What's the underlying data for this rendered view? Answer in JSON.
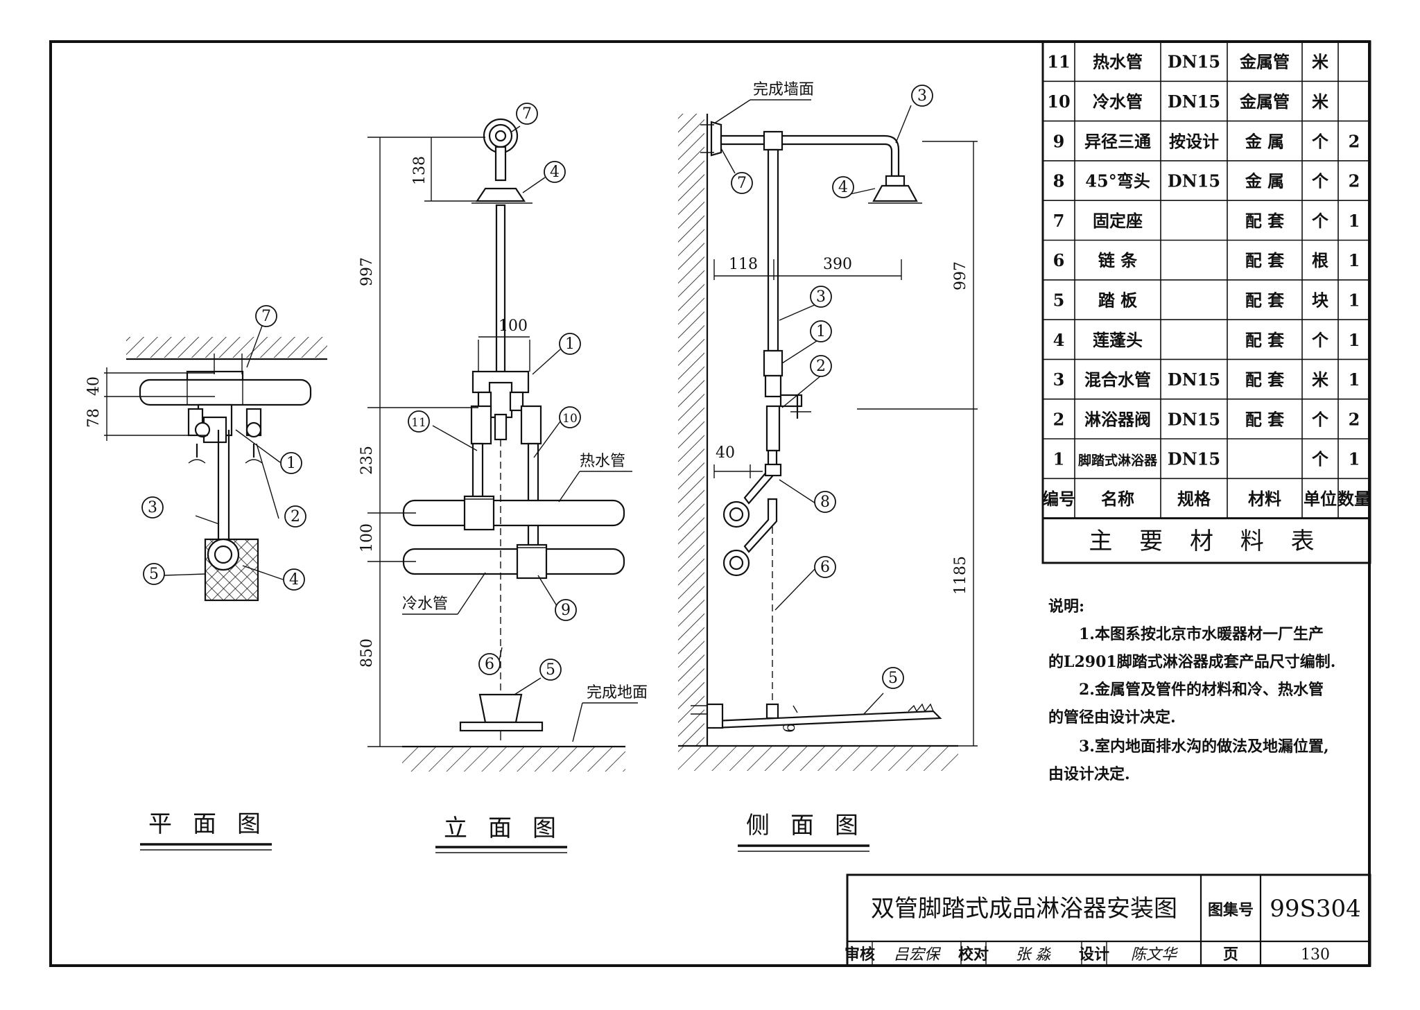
{
  "materials_table": {
    "title": "主 要 材 料 表",
    "headers": [
      "编号",
      "名称",
      "规格",
      "材料",
      "单位",
      "数量"
    ],
    "rows": [
      {
        "no": "11",
        "name": "热水管",
        "spec": "DN15",
        "material": "金属管",
        "unit": "米",
        "qty": ""
      },
      {
        "no": "10",
        "name": "冷水管",
        "spec": "DN15",
        "material": "金属管",
        "unit": "米",
        "qty": ""
      },
      {
        "no": "9",
        "name": "异径三通",
        "spec": "按设计",
        "material": "金 属",
        "unit": "个",
        "qty": "2"
      },
      {
        "no": "8",
        "name": "45°弯头",
        "spec": "DN15",
        "material": "金 属",
        "unit": "个",
        "qty": "2"
      },
      {
        "no": "7",
        "name": "固定座",
        "spec": "",
        "material": "配 套",
        "unit": "个",
        "qty": "1"
      },
      {
        "no": "6",
        "name": "链 条",
        "spec": "",
        "material": "配 套",
        "unit": "根",
        "qty": "1"
      },
      {
        "no": "5",
        "name": "踏 板",
        "spec": "",
        "material": "配 套",
        "unit": "块",
        "qty": "1"
      },
      {
        "no": "4",
        "name": "莲蓬头",
        "spec": "",
        "material": "配 套",
        "unit": "个",
        "qty": "1"
      },
      {
        "no": "3",
        "name": "混合水管",
        "spec": "DN15",
        "material": "配 套",
        "unit": "米",
        "qty": "1"
      },
      {
        "no": "2",
        "name": "淋浴器阀",
        "spec": "DN15",
        "material": "配 套",
        "unit": "个",
        "qty": "2"
      },
      {
        "no": "1",
        "name": "脚踏式淋浴器",
        "spec": "DN15",
        "material": "",
        "unit": "个",
        "qty": "1"
      }
    ]
  },
  "notes": {
    "heading": "说明:",
    "lines": [
      "1.本图系按北京市水暖器材一厂生产",
      "的L2901脚踏式淋浴器成套产品尺寸编制.",
      "2.金属管及管件的材料和冷、热水管",
      "的管径由设计决定.",
      "3.室内地面排水沟的做法及地漏位置,",
      "由设计决定."
    ]
  },
  "views": {
    "plan": "平面图",
    "elevation": "立面图",
    "side": "侧面图"
  },
  "labels": {
    "hot_pipe": "热水管",
    "cold_pipe": "冷水管",
    "finished_floor": "完成地面",
    "finished_wall": "完成墙面"
  },
  "dimensions": {
    "plan": [
      "40",
      "78"
    ],
    "elevation": [
      "138",
      "997",
      "100",
      "235",
      "100",
      "850"
    ],
    "side": [
      "118",
      "390",
      "997",
      "40",
      "1185",
      "6"
    ]
  },
  "callouts": [
    "1",
    "2",
    "3",
    "4",
    "5",
    "6",
    "7",
    "8",
    "9",
    "10",
    "11"
  ],
  "title_block": {
    "drawing_title": "双管脚踏式成品淋浴器安装图",
    "atlas_label": "图集号",
    "atlas_no": "99S304",
    "review_label": "审核",
    "review_sig": "吕宏保",
    "check_label": "校对",
    "check_sig": "张 淼",
    "design_label": "设计",
    "design_sig": "陈文华",
    "page_label": "页",
    "page_no": "130"
  }
}
